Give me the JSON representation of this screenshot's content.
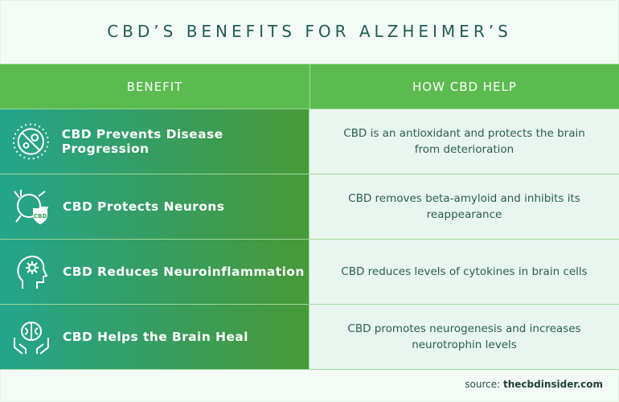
{
  "title": "CBD’S BENEFITS FOR ALZHEIMER’S",
  "header": {
    "col1": "BENEFIT",
    "col2": "HOW CBD HELP"
  },
  "rows": [
    {
      "icon": "virus-blocked-icon",
      "benefit": "CBD Prevents Disease Progression",
      "how": "CBD is an antioxidant and protects the brain from deterioration"
    },
    {
      "icon": "neuron-shield-icon",
      "benefit": "CBD Protects Neurons",
      "how": "CBD removes beta-amyloid and inhibits its reappearance"
    },
    {
      "icon": "head-brain-icon",
      "benefit": "CBD Reduces Neuroinflammation",
      "how": "CBD reduces levels of cytokines in brain cells"
    },
    {
      "icon": "hands-brain-icon",
      "benefit": "CBD Helps the Brain Heal",
      "how": "CBD promotes neurogenesis and increases neurotrophin levels"
    }
  ],
  "shield_text": "CBD",
  "source": {
    "label": "source:",
    "site": "thecbdinsider.com"
  },
  "colors": {
    "header": "#5bbb4e",
    "title": "#215e54",
    "gradient_start": "#24a58c",
    "gradient_end": "#489a38",
    "cell": "#e9f6ef"
  }
}
